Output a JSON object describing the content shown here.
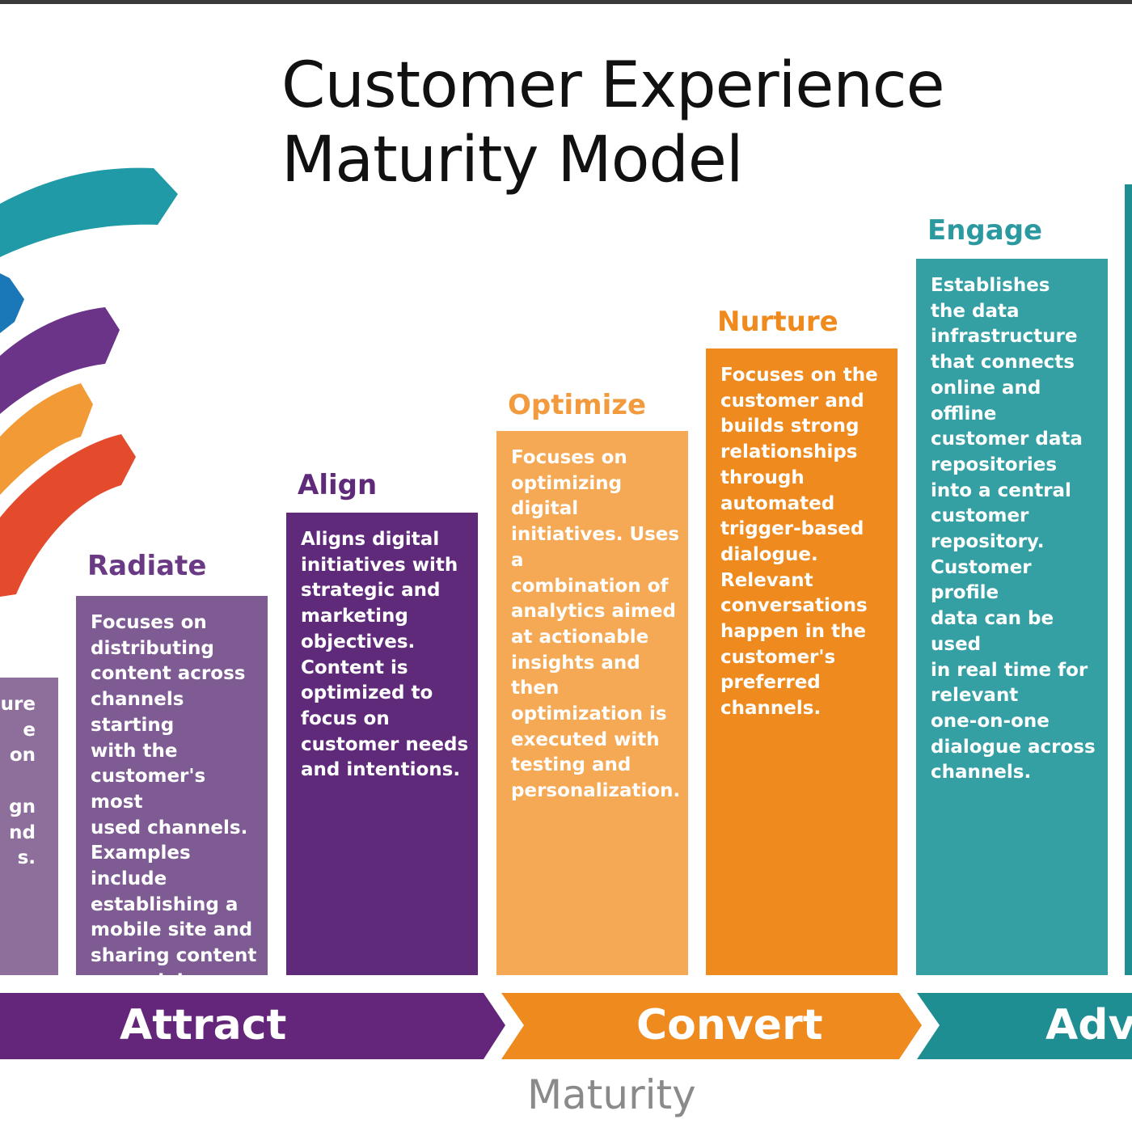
{
  "title": {
    "line1": "Customer Experience",
    "line2": "Maturity Model"
  },
  "colors": {
    "collect": "#8e6f9c",
    "radiate": "#7e5c93",
    "align": "#5f2a79",
    "optimize": "#f5a955",
    "nurture": "#ef8a1f",
    "engage": "#34a0a4",
    "advocate": "#1f8e93",
    "attract_band": "#63267a",
    "convert_band": "#ef8a1f",
    "advocate_band": "#1f8e93",
    "axis_text": "#8a8a8a"
  },
  "stages": {
    "partial_left": {
      "description": "ure\ne on\n\ngn\nnd\ns."
    },
    "radiate": {
      "name": "Radiate",
      "description": "Focuses on\ndistributing\ncontent across\nchannels starting\nwith the\ncustomer's most\nused channels.\nExamples include\nestablishing a\nmobile site and\nsharing content\non social\nnetworks."
    },
    "align": {
      "name": "Align",
      "description": "Aligns digital\ninitiatives with\nstrategic and\nmarketing\nobjectives.\nContent is\noptimized to\nfocus on\ncustomer needs\nand intentions."
    },
    "optimize": {
      "name": "Optimize",
      "description": "Focuses on\noptimizing digital\ninitiatives. Uses a\ncombination of\nanalytics aimed\nat actionable\ninsights and then\noptimization is\nexecuted with\ntesting and\npersonalization."
    },
    "nurture": {
      "name": "Nurture",
      "description": "Focuses on the\ncustomer and\nbuilds strong\nrelationships\nthrough\nautomated\ntrigger-based\ndialogue.\nRelevant\nconversations\nhappen in the\ncustomer's\npreferred\nchannels."
    },
    "engage": {
      "name": "Engage",
      "description": "Establishes\nthe data\ninfrastructure\nthat connects\nonline and offline\ncustomer data\nrepositories\ninto a central\ncustomer\nrepository.\nCustomer profile\ndata can be used\nin real time for\nrelevant\none-on-one\ndialogue across\nchannels."
    }
  },
  "phases": {
    "attract": "Attract",
    "convert": "Convert",
    "advocate": "Advo"
  },
  "axis": {
    "label": "Maturity"
  }
}
